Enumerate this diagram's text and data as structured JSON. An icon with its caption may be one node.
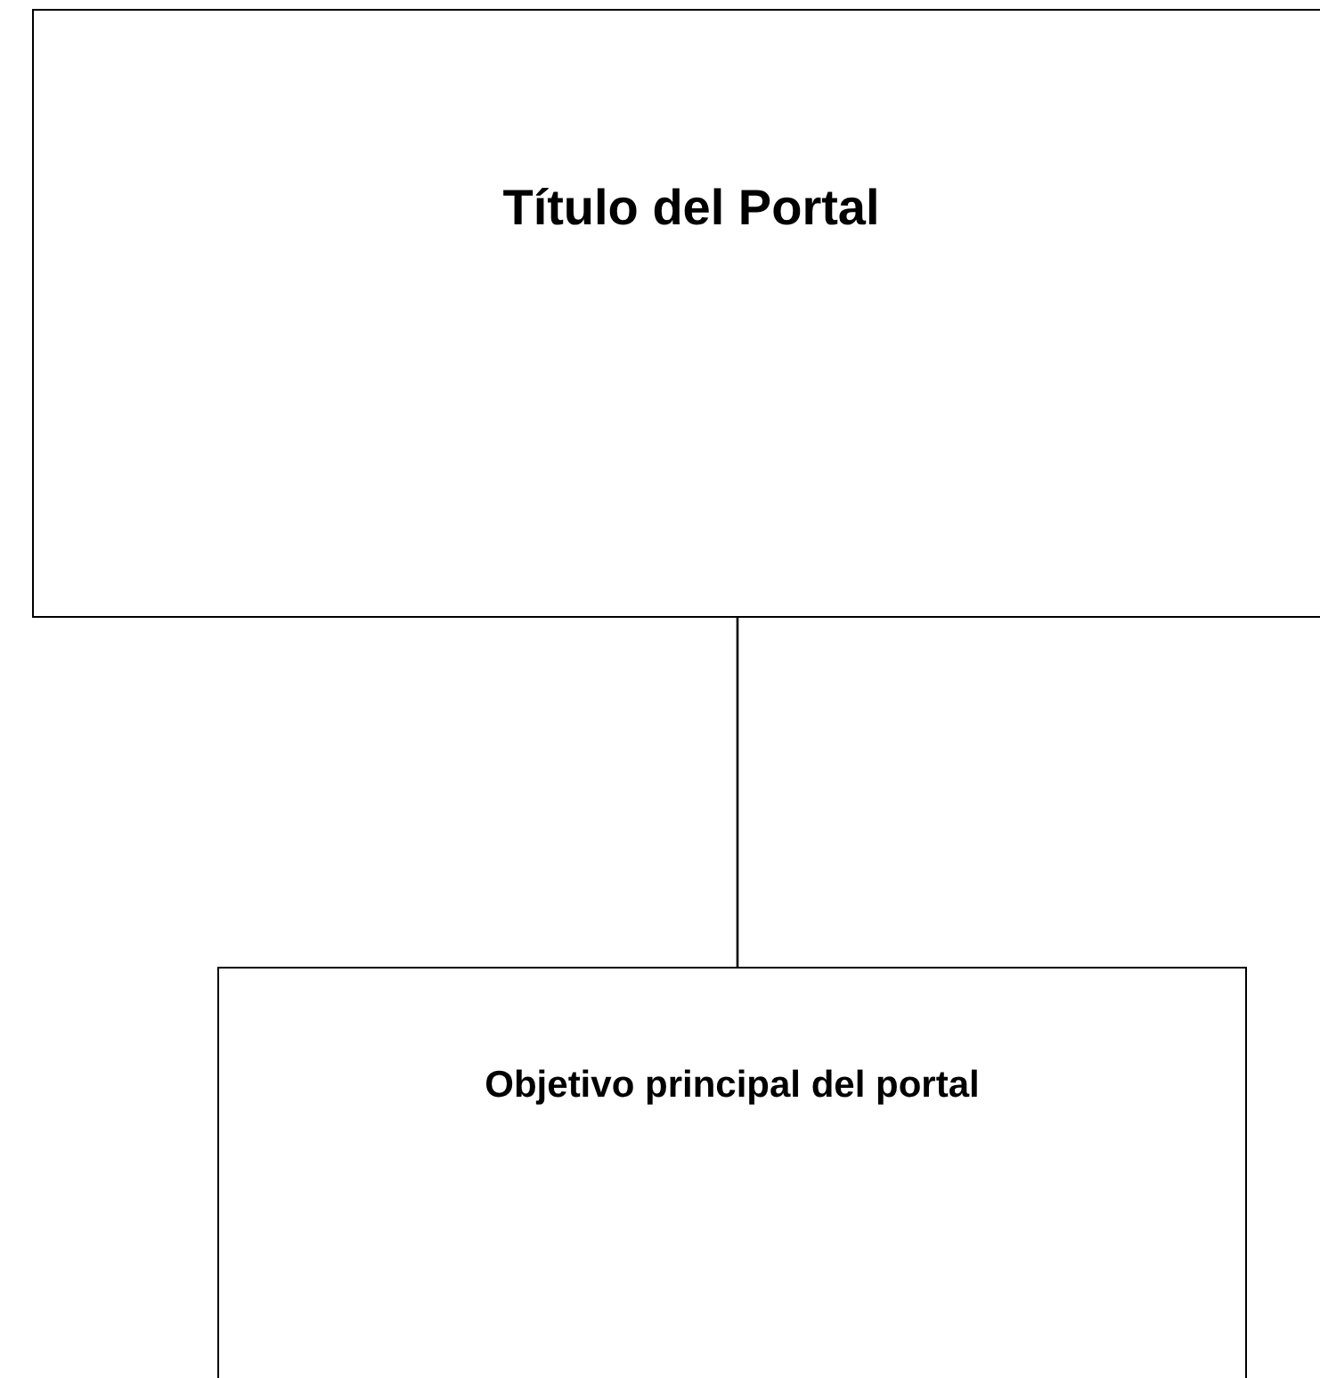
{
  "diagram": {
    "nodes": [
      {
        "text": [
          "Título del Portal"
        ]
      },
      {
        "text": [
          "Objetivo principal del portal"
        ]
      }
    ],
    "edges": [
      {
        "from": 0,
        "to": 1,
        "arrow": "none"
      }
    ]
  }
}
